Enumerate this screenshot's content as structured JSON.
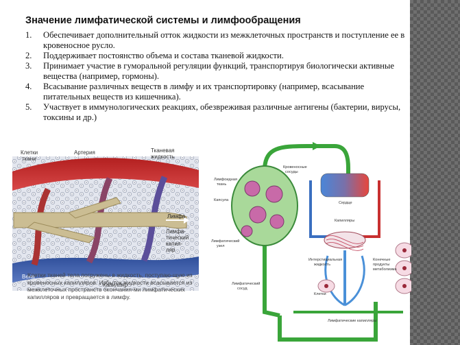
{
  "title": "Значение лимфатической системы и лимфообращения",
  "points": [
    {
      "num": "1.",
      "text": "Обеспечивает дополнительный отток жидкости из межклеточных пространств и поступление ее в кровеносное русло."
    },
    {
      "num": "2.",
      "text": "Поддерживает постоянство объема и состава тканевой жидкости."
    },
    {
      "num": "3.",
      "text": "Принимает участие в гуморальной регуляции функций, транспортируя биологически активные вещества (например, гормоны)."
    },
    {
      "num": "4.",
      "text": "Всасывание различных веществ в лимфу и их транспортировку (например, всасывание питательных веществ из кишечника)."
    },
    {
      "num": "5.",
      "text": "Участвует в иммунологических реакциях, обезвреживая различные антигены (бактерии, вирусы, токсины и др.)"
    }
  ],
  "left_figure": {
    "labels": {
      "cells": [
        "Клетки",
        "ткани"
      ],
      "artery": "Артерия",
      "tissue_fluid": [
        "Тканевая",
        "жидкость"
      ],
      "lymph": "Лимфа",
      "lymph_capillary": [
        "Лимфа-",
        "тический",
        "капил-",
        "ляр"
      ],
      "vein": "Вена",
      "capillary": "Капилляр"
    },
    "caption": "Клетки тканей тела погружены в жидкость, поступаю-щую из кровеносных капилляров. Избыток жидкости всасывается из межклеточных пространств окончания-ми лимфатических капилляров и превращается в лимфу."
  },
  "right_figure": {
    "labels": {
      "blood_vessels": [
        "Кровеносные",
        "сосуды"
      ],
      "lymphoid_tissue": [
        "Лимфоидная",
        "ткань"
      ],
      "capsule": "Капсула",
      "lymph_node": [
        "Лимфатический",
        "узел"
      ],
      "heart": "Сердце",
      "capillaries": "Капилляры",
      "interstitial_fluid": [
        "Интерстициальная",
        "жидкость"
      ],
      "metabolism_products": [
        "Конечные",
        "продукты",
        "метаболизма"
      ],
      "cells": "Клетки",
      "lymph_vessel": [
        "Лимфатический",
        "сосуд"
      ],
      "lymph_capillaries": "Лимфатические капилляры"
    }
  },
  "colors": {
    "artery": "#c83030",
    "vein": "#3a6fc0",
    "lymph": "#3aa53a",
    "heart_red": "#e8463c",
    "heart_blue": "#4a86d8"
  }
}
